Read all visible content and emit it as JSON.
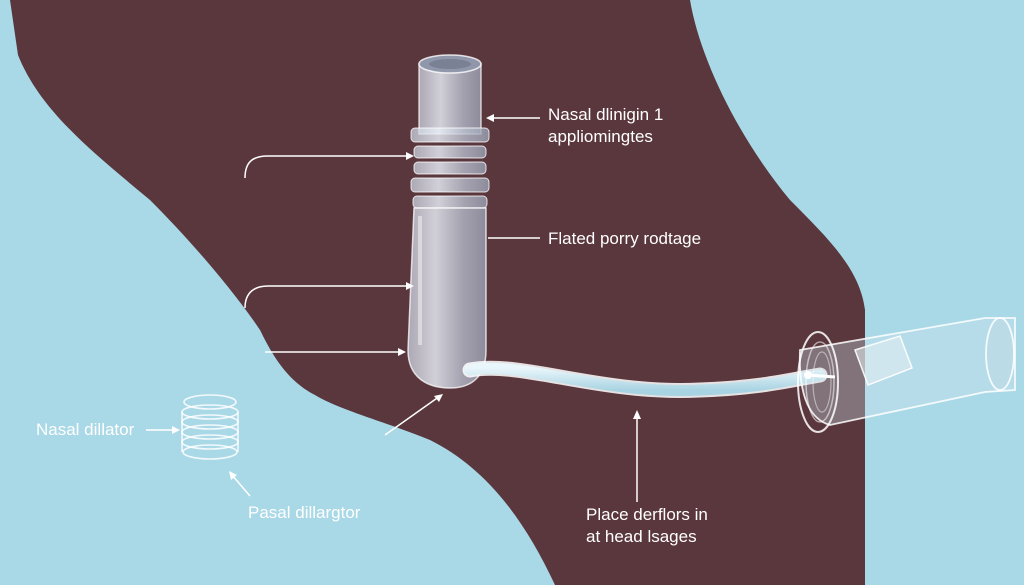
{
  "labels": {
    "top_line1": "Nasal dlinigin 1",
    "top_line2": "appliomingtes",
    "middle": "Flated porry rodtage",
    "left_top": "Nasal dillator",
    "left_bottom": "Pasal dillargtor",
    "bottom_line1": "Place derflors in",
    "bottom_line2": "at head lsages"
  },
  "colors": {
    "background": "#a9d8e6",
    "shape": "#5a363d",
    "outline": "#ffffff"
  }
}
